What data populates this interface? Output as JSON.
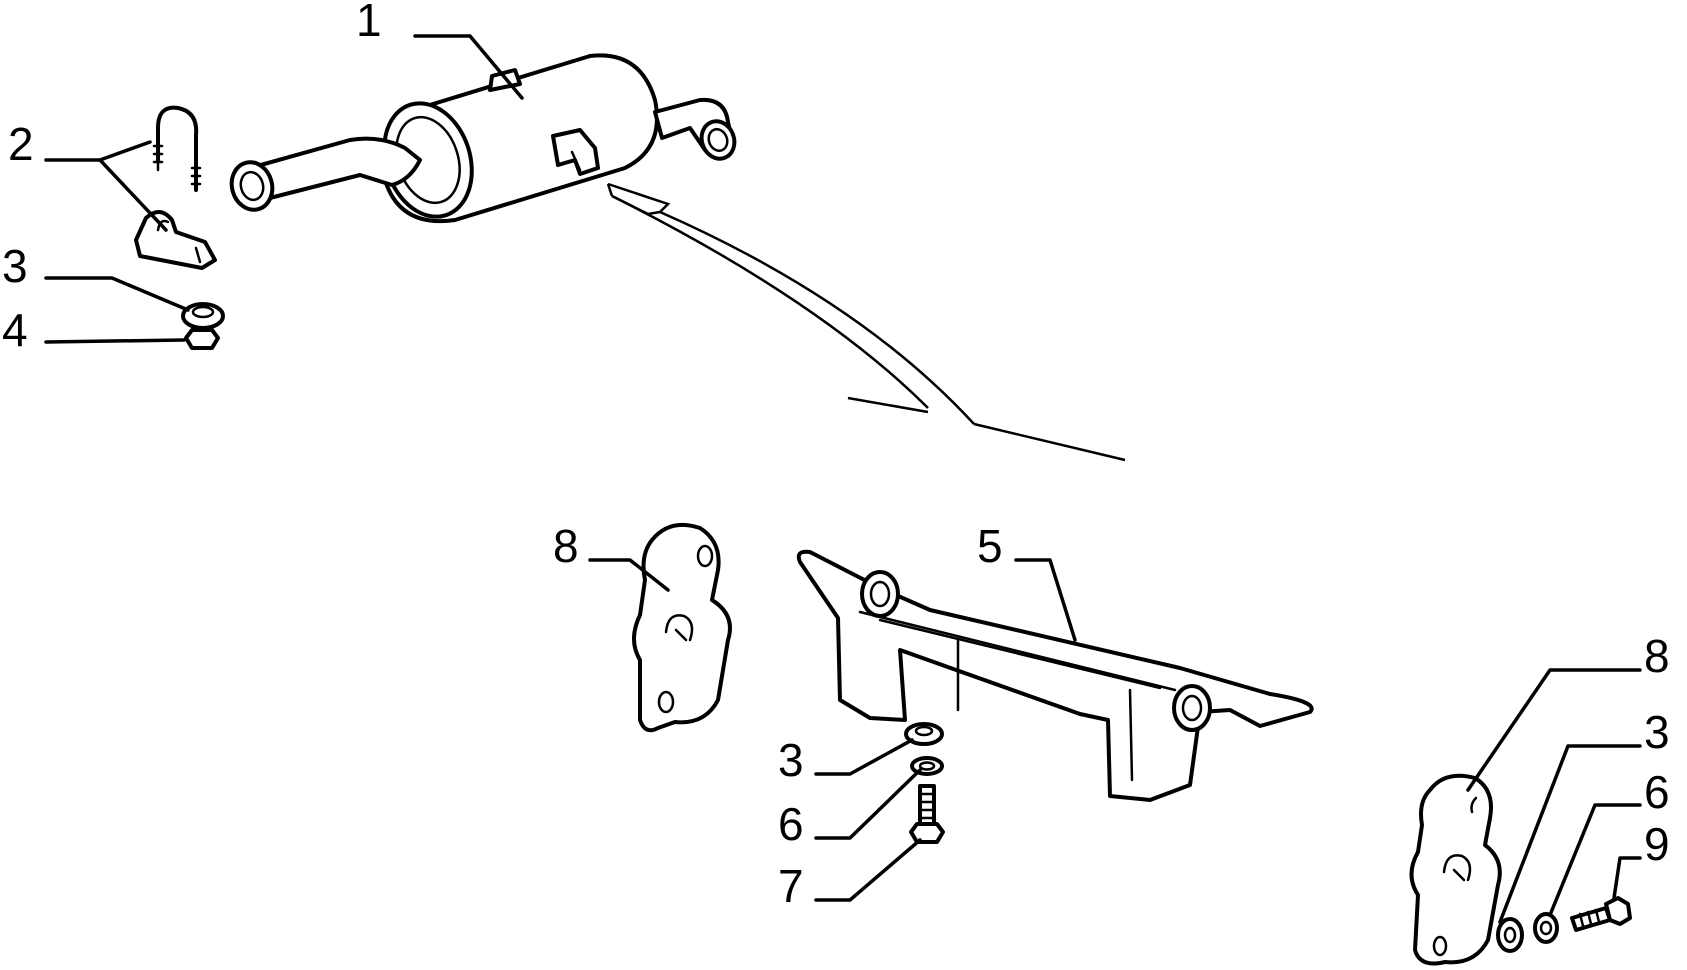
{
  "callouts": {
    "c1": "1",
    "c2": "2",
    "c3a": "3",
    "c4": "4",
    "c8a": "8",
    "c5": "5",
    "c3b": "3",
    "c6a": "6",
    "c7": "7",
    "c8b": "8",
    "c3c": "3",
    "c6b": "6",
    "c9": "9"
  },
  "parts": [
    {
      "ref": "1",
      "icon": "muffler-icon"
    },
    {
      "ref": "2",
      "icon": "u-bolt-clamp-icon"
    },
    {
      "ref": "3",
      "icon": "rubber-washer-icon"
    },
    {
      "ref": "4",
      "icon": "nut-icon"
    },
    {
      "ref": "5",
      "icon": "support-bracket-icon"
    },
    {
      "ref": "6",
      "icon": "spring-washer-icon"
    },
    {
      "ref": "7",
      "icon": "bolt-icon"
    },
    {
      "ref": "8",
      "icon": "rubber-mount-icon"
    },
    {
      "ref": "9",
      "icon": "screw-icon"
    }
  ]
}
